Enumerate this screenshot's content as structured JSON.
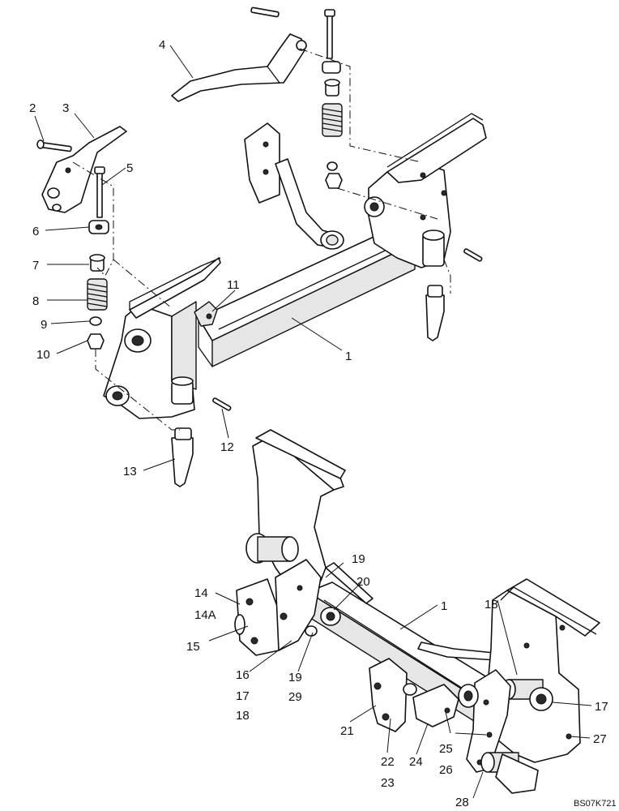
{
  "callouts": {
    "c1a": "1",
    "c2": "2",
    "c3": "3",
    "c4": "4",
    "c5": "5",
    "c6": "6",
    "c7": "7",
    "c8": "8",
    "c9": "9",
    "c10": "10",
    "c11": "11",
    "c12": "12",
    "c13": "13",
    "c14": "14",
    "c14a": "14A",
    "c15": "15",
    "c16": "16",
    "c17a": "17",
    "c18a": "18",
    "c18b": "18",
    "c19a": "19",
    "c19b": "19",
    "c20": "20",
    "c29": "29",
    "c1b": "1",
    "c17b": "17",
    "c21": "21",
    "c22": "22",
    "c23": "23",
    "c24": "24",
    "c25": "25",
    "c26": "26",
    "c27": "27",
    "c28": "28"
  },
  "drawing_code": "BS07K721"
}
